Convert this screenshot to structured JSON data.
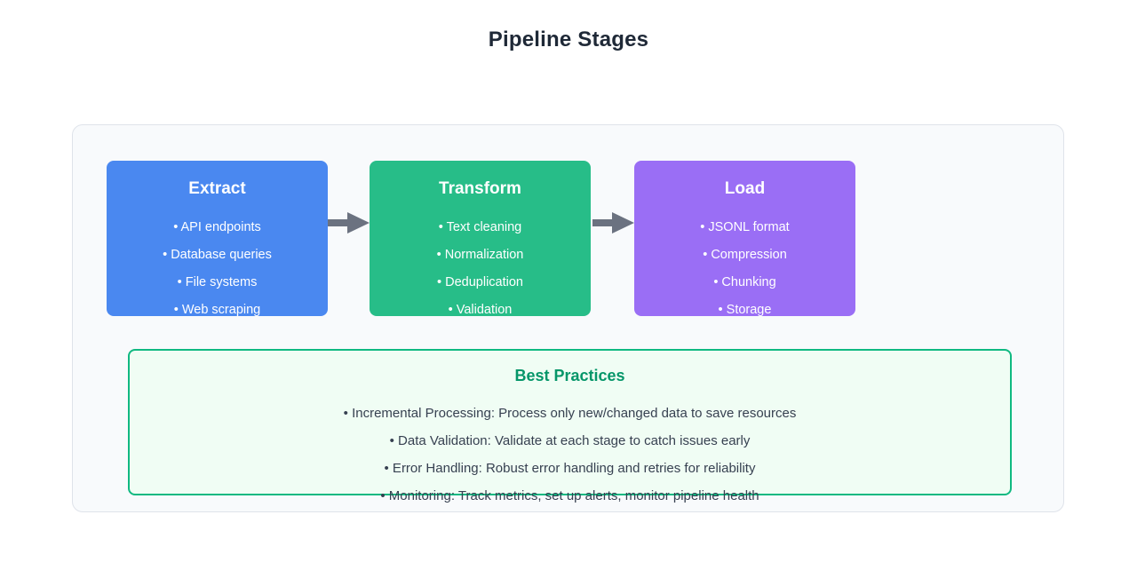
{
  "page": {
    "title": "Pipeline Stages"
  },
  "colors": {
    "extract": "#4a88f0",
    "transform": "#27bd88",
    "load": "#9a6ef5",
    "panel_bg": "#f8fafc",
    "panel_border": "#dfe3ea",
    "practices_bg": "#f0fdf4",
    "practices_border": "#10b981",
    "practices_title": "#059669",
    "arrow": "#6b7280",
    "title_text": "#1f2937",
    "body_text": "#374151"
  },
  "stages": [
    {
      "name": "Extract",
      "items": [
        "• API endpoints",
        "• Database queries",
        "• File systems",
        "• Web scraping"
      ]
    },
    {
      "name": "Transform",
      "items": [
        "• Text cleaning",
        "• Normalization",
        "• Deduplication",
        "• Validation"
      ]
    },
    {
      "name": "Load",
      "items": [
        "• JSONL format",
        "• Compression",
        "• Chunking",
        "• Storage"
      ]
    }
  ],
  "arrows": [
    {
      "label": "arrow-extract-to-transform"
    },
    {
      "label": "arrow-transform-to-load"
    }
  ],
  "practices": {
    "title": "Best Practices",
    "items": [
      "• Incremental Processing: Process only new/changed data to save resources",
      "• Data Validation: Validate at each stage to catch issues early",
      "• Error Handling: Robust error handling and retries for reliability",
      "• Monitoring: Track metrics, set up alerts, monitor pipeline health"
    ]
  }
}
